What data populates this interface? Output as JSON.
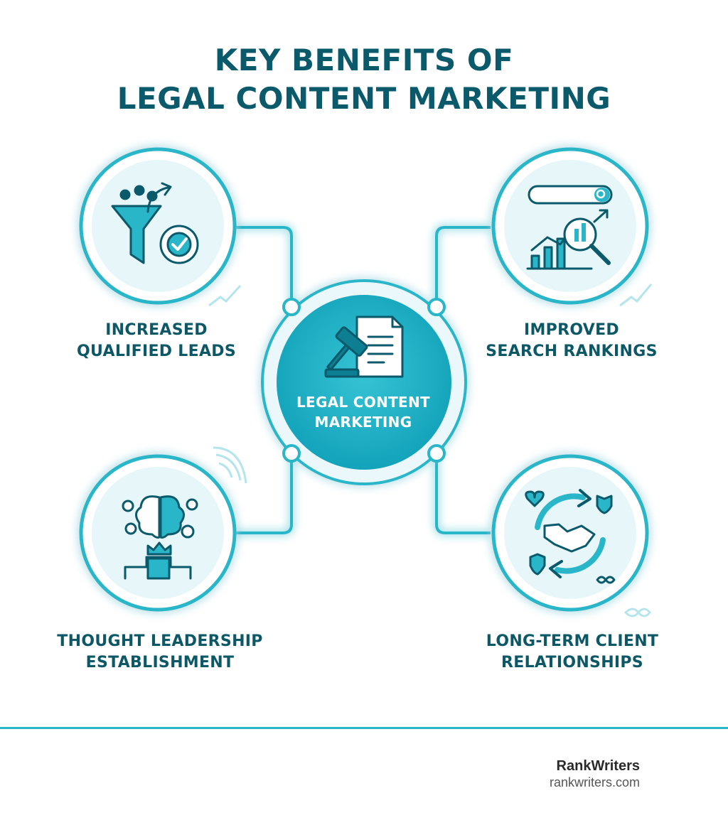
{
  "title": {
    "line1": "KEY BENEFITS OF",
    "line2": "LEGAL CONTENT MARKETING"
  },
  "hub": {
    "line1": "LEGAL CONTENT",
    "line2": "MARKETING",
    "icon": "gavel-document-icon"
  },
  "benefits": [
    {
      "line1": "INCREASED",
      "line2": "QUALIFIED LEADS",
      "icon": "funnel-target-icon"
    },
    {
      "line1": "IMPROVED",
      "line2": "SEARCH RANKINGS",
      "icon": "search-chart-icon"
    },
    {
      "line1": "THOUGHT LEADERSHIP",
      "line2": "ESTABLISHMENT",
      "icon": "brain-crown-icon"
    },
    {
      "line1": "LONG-TERM CLIENT",
      "line2": "RELATIONSHIPS",
      "icon": "handshake-cycle-icon"
    }
  ],
  "footer": {
    "brand": "RankWriters",
    "url": "rankwriters.com"
  },
  "colors": {
    "primary": "#29b6c9",
    "dark": "#0b5a6b",
    "hub_fill": "#1fb0c6",
    "tint": "#e6f6f9"
  }
}
